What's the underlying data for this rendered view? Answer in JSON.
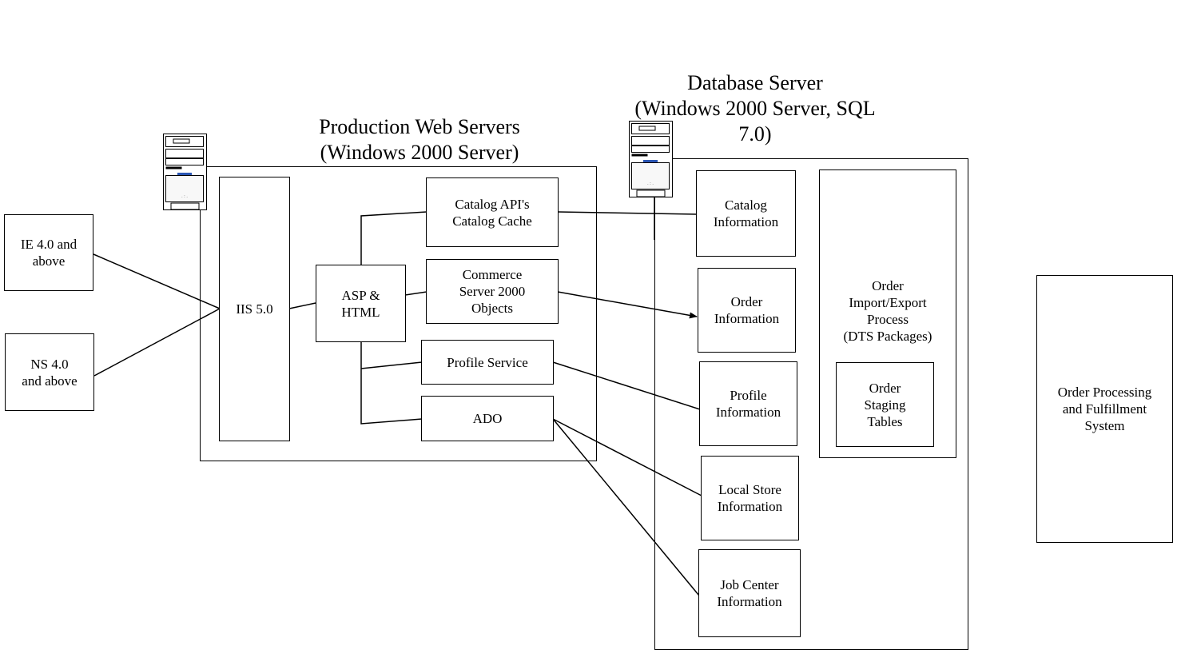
{
  "titles": {
    "web": "Production Web Servers\n(Windows 2000 Server)",
    "db": "Database Server\n(Windows 2000 Server, SQL\n7.0)"
  },
  "nodes": {
    "ie": "IE 4.0 and\nabove",
    "ns": "NS 4.0\nand above",
    "iis": "IIS 5.0",
    "asp": "ASP &\nHTML",
    "catalog_api": "Catalog API's\nCatalog Cache",
    "commerce": "Commerce\nServer 2000\nObjects",
    "profile_service": "Profile Service",
    "ado": "ADO",
    "catalog_info": "Catalog\nInformation",
    "order_info": "Order\nInformation",
    "profile_info": "Profile\nInformation",
    "local_store": "Local Store\nInformation",
    "job_center": "Job Center\nInformation",
    "order_process": "Order\nImport/Export\nProcess\n(DTS Packages)",
    "order_staging": "Order\nStaging\nTables",
    "fulfillment": "Order Processing\nand Fulfillment\nSystem"
  },
  "icons": {
    "web_server": "server-tower-icon",
    "db_server": "server-tower-icon"
  }
}
